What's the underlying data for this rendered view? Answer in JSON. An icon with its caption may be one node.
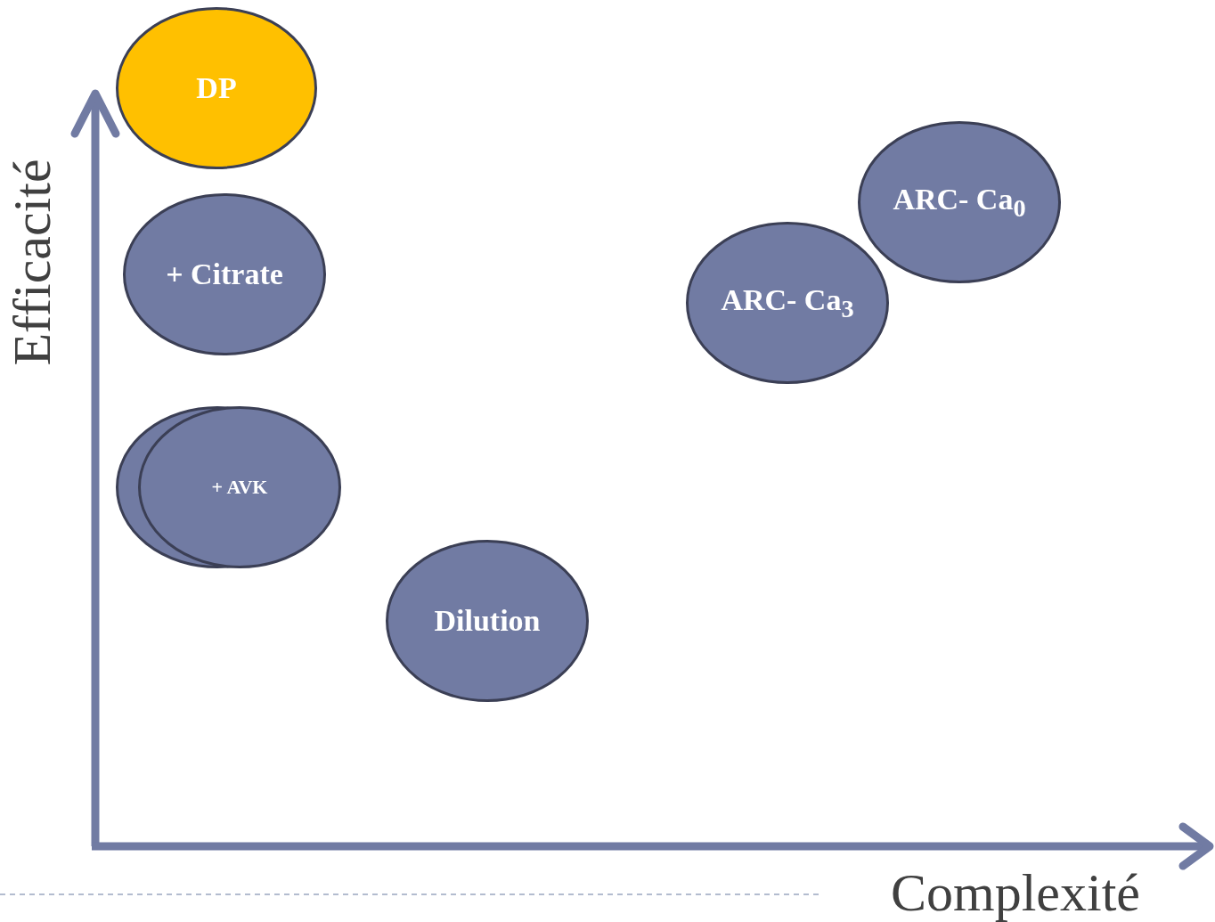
{
  "diagram": {
    "nodes": [
      {
        "text": [
          "DP"
        ]
      },
      {
        "text": [
          "ARC- Ca$_{0}$"
        ]
      },
      {
        "text": [
          "+ Citrate"
        ]
      },
      {
        "text": [
          "ARC- Ca$_{3}$"
        ]
      },
      {
        "text": [
          "+ AVK"
        ]
      },
      {
        "text": [
          "Dilution"
        ]
      }
    ],
    "labels": [
      "Efficacité",
      "Complexité"
    ]
  }
}
